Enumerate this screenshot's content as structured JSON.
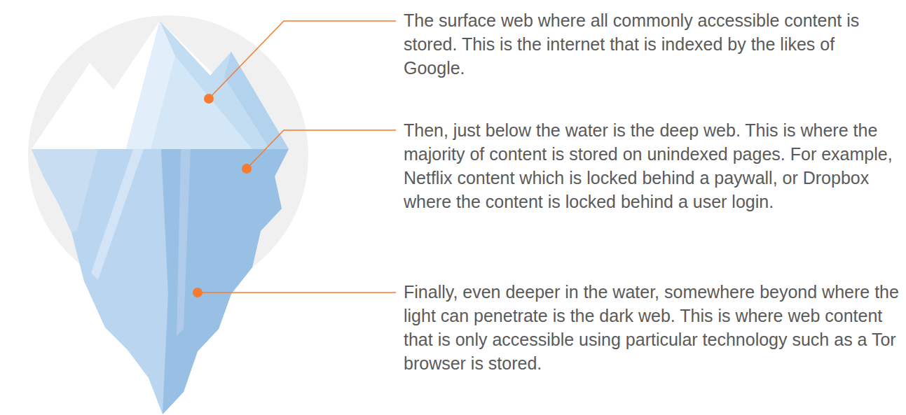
{
  "diagram": {
    "labels": [
      "The surface web where all commonly accessible content is stored. This is the internet that is indexed by the likes of Google.",
      "Then, just below the water is the deep web. This is where the majority of content is stored on unindexed pages. For example, Netflix content which is locked behind a paywall, or Dropbox where the content is locked behind a user login.",
      "Finally, even deeper in the water, somewhere beyond where the light can penetrate is the dark web. This is where web content that is only accessible using particular technology such as a Tor browser is stored."
    ]
  }
}
